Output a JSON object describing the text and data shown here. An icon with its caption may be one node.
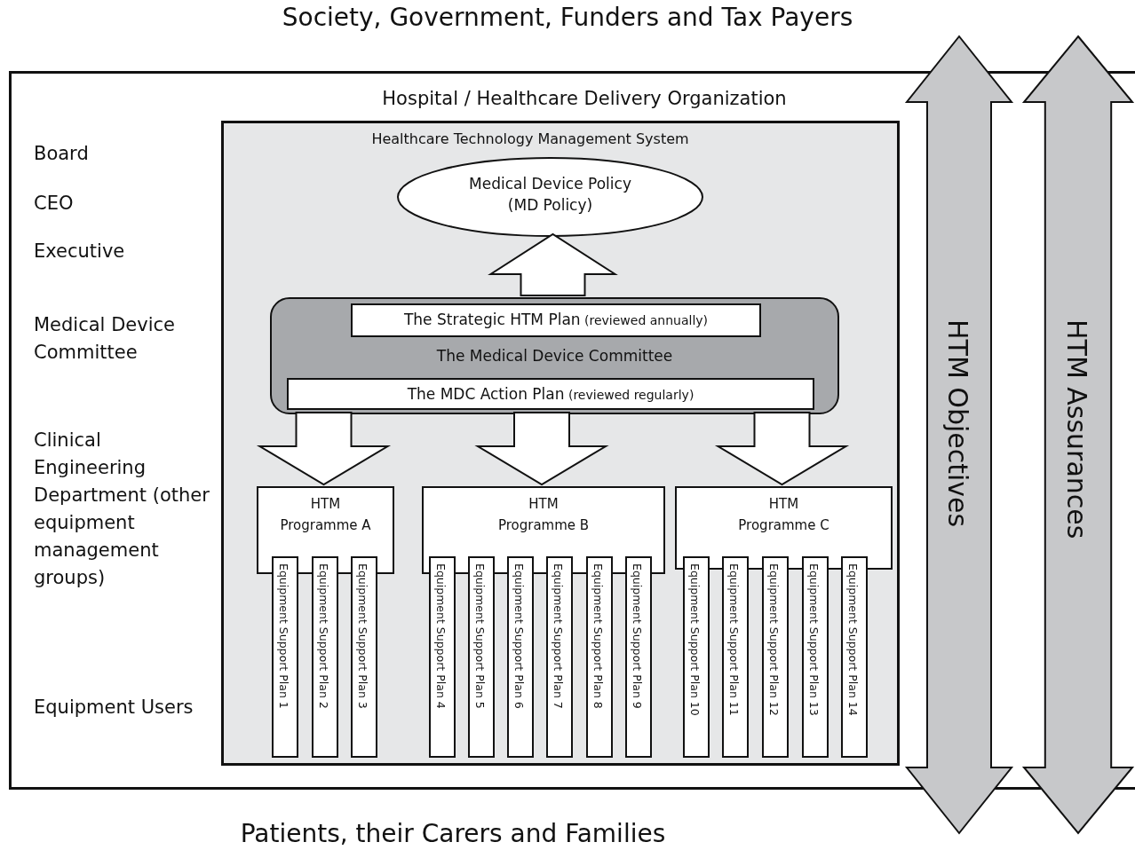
{
  "diagram": {
    "nodes": [
      {
        "text": [
          "Hospital / Healthcare Delivery Organization"
        ]
      },
      {
        "text": [
          "Healthcare Technology Management System"
        ],
        "in": 0
      },
      {
        "text": [
          "Medical Device Policy (MD Policy)"
        ],
        "in": 1
      },
      {
        "text": [
          "The Medical Device Committee"
        ],
        "in": 1
      },
      {
        "text": [
          "The Strategic HTM Plan",
          "(reviewed annually)"
        ],
        "in": 3
      },
      {
        "text": [
          "The MDC Action Plan",
          "(reviewed regularly)"
        ],
        "in": 3
      },
      {
        "text": [
          "HTM Programme A"
        ],
        "in": 1
      },
      {
        "text": [
          "Equipment Support Plan 1"
        ],
        "in": 1
      },
      {
        "text": [
          "Equipment Support Plan 2"
        ],
        "in": 1
      },
      {
        "text": [
          "Equipment Support Plan 3"
        ],
        "in": 1
      },
      {
        "text": [
          "HTM Programme B"
        ],
        "in": 1
      },
      {
        "text": [
          "Equipment Support Plan 4"
        ],
        "in": 1
      },
      {
        "text": [
          "Equipment Support Plan 5"
        ],
        "in": 1
      },
      {
        "text": [
          "Equipment Support Plan 6"
        ],
        "in": 1
      },
      {
        "text": [
          "Equipment Support Plan 7"
        ],
        "in": 1
      },
      {
        "text": [
          "Equipment Support Plan 8"
        ],
        "in": 1
      },
      {
        "text": [
          "Equipment Support Plan 9"
        ],
        "in": 1
      },
      {
        "text": [
          "HTM Programme C"
        ],
        "in": 1
      },
      {
        "text": [
          "Equipment Support Plan 10"
        ],
        "in": 1
      },
      {
        "text": [
          "Equipment Support Plan 11"
        ],
        "in": 1
      },
      {
        "text": [
          "Equipment Support Plan 12"
        ],
        "in": 1
      },
      {
        "text": [
          "Equipment Support Plan 13"
        ],
        "in": 1
      },
      {
        "text": [
          "Equipment Support Plan 14"
        ],
        "in": 1
      },
      {
        "text": [
          "HTM Objectives"
        ]
      },
      {
        "text": [
          "HTM Assurances"
        ]
      }
    ],
    "edges": [
      {
        "from": 3,
        "to": 2,
        "arrow": "to"
      },
      {
        "from": 3,
        "to": 6,
        "arrow": "to"
      },
      {
        "from": 3,
        "to": 10,
        "arrow": "to"
      },
      {
        "from": 3,
        "to": 17,
        "arrow": "to"
      }
    ],
    "labels": [
      "Society, Government, Funders and Tax Payers",
      "Board",
      "CEO",
      "Executive",
      "Medical Device Committee",
      "Clinical Engineering Department (other equipment management groups)",
      "Equipment Users",
      "Patients, their Carers and Families"
    ]
  }
}
